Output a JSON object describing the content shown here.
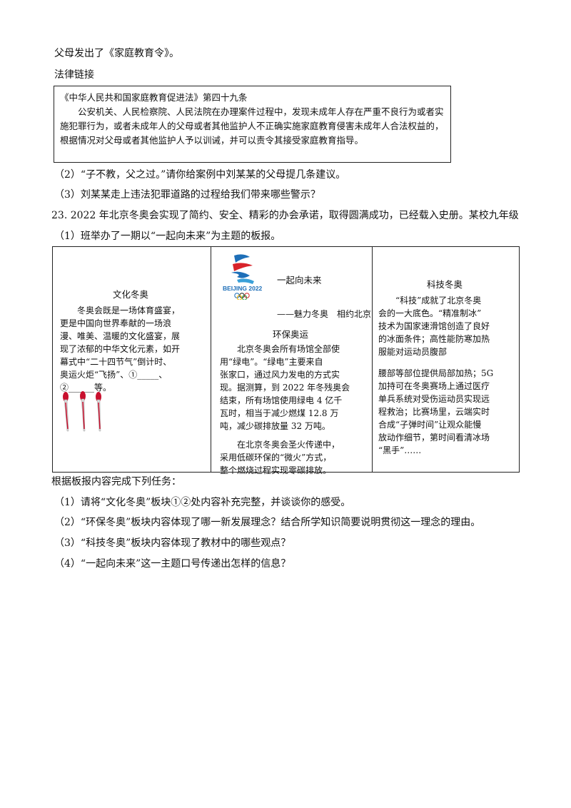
{
  "intro_line": "父母发出了《家庭教育令》。",
  "law_link_label": "法律链接",
  "law_box": {
    "title": "《中华人民共和国家庭教育促进法》第四十九条",
    "body": "公安机关、人民检察院、人民法院在办理案件过程中，发现未成年人存在严重不良行为或者实施犯罪行为，或者未成年人的父母或者其他监护人不正确实施家庭教育侵害未成年人合法权益的，根据情况对父母或者其他监护人予以训诫，并可以责令其接受家庭教育指导。"
  },
  "q22_2": "（2）“子不教，父之过。”请你给案例中刘某某的父母提几条建议。",
  "q22_3": "（3）刘某某走上违法犯罪道路的过程给我们带来哪些警示？",
  "q23_intro": "23. 2022 年北京冬奥会实现了简约、安全、精彩的办会承诺，取得圆满成功，已经载入史册。某校九年级",
  "q23_sub1": "（1）班举办了一期以“一起向未来”为主题的板报。",
  "board": {
    "left": {
      "title": "文化冬奥",
      "lines": [
        "冬奥会既是一场体育盛宴，",
        "更是中国向世界奉献的一场浪",
        "漫、唯美、温暖的文化盛宴，展",
        "现了浓郁的中华文化元素，如开",
        "幕式中“二十四节气”倒计时、",
        "奥运火炬“飞扬”、①_____、",
        "②______等。"
      ]
    },
    "middle": {
      "logo_text": "BEIJING 2022",
      "title": "一起向未来",
      "subtitle": "——魅力冬奥　相约北京",
      "section": "环保奥运",
      "para1_lines": [
        "北京冬奥会所有场馆全部使",
        "用“绿电”。“绿电”主要来自",
        "张家口，通过风力发电的方式实",
        "现。据测算，到 2022 年冬残奥会",
        "结束，所有场馆使用绿电 4 亿千",
        "瓦时，相当于减少燃煤 12.8 万",
        "吨，减少碳排放量 32 万吨。"
      ],
      "para2_lines": [
        "在北京冬奥会圣火传递中，",
        "采用低碳环保的“微火”方式，",
        "整个燃烧过程实现零碳排放。"
      ]
    },
    "right": {
      "title": "科技冬奥",
      "para1_lines": [
        "“科技”成就了北京冬奥",
        "会的一大底色。“精准制冰”",
        "技术为国家速滑馆创造了良好",
        "的冰面条件；高性能防寒加热",
        "服能对运动员腹部"
      ],
      "para2_lines": [
        "腰部等部位提供局部加热；5G",
        "加持可在冬奥赛场上通过医疗",
        "单兵系统对受伤运动员实现远",
        "程救治；比赛场里，云端实时",
        "合成“子弹时间”让观众能慢",
        "放动作细节，第时间看清冰场",
        "“黑手”……"
      ]
    }
  },
  "task_intro": "根据板报内容完成下列任务：",
  "tasks": [
    "（1）请将“文化冬奥”板块①②处内容补充完整，并谈谈你的感受。",
    "（2）“环保冬奥”板块内容体现了哪一新发展理念？结合所学知识简要说明贯彻这一理念的理由。",
    "（3）“科技冬奥”板块内容体现了教材中的哪些观点？",
    "（4）“一起向未来”这一主题口号传递出怎样的信息？"
  ],
  "colors": {
    "torch_red": "#c8102e",
    "logo_blue": "#1e6fb8",
    "logo_red": "#d8232a"
  }
}
